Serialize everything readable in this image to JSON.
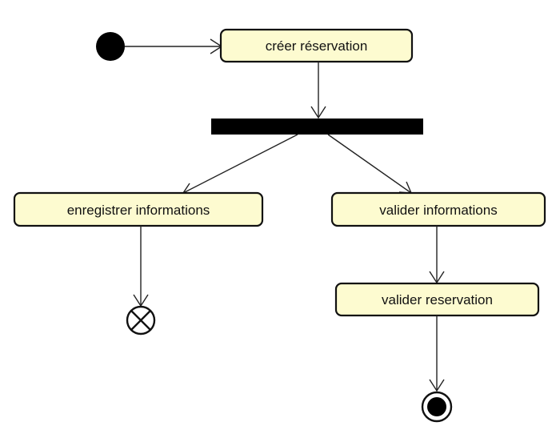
{
  "diagram": {
    "type": "UML activity diagram",
    "actions": {
      "create": "créer réservation",
      "save_info": "enregistrer informations",
      "validate_info": "valider informations",
      "validate_reservation": "valider reservation"
    },
    "nodes": {
      "initial": "initial-node",
      "fork": "fork-bar",
      "flow_final": "flow-final-node",
      "activity_final": "activity-final-node"
    },
    "flows": [
      {
        "from": "initial",
        "to": "create"
      },
      {
        "from": "create",
        "to": "fork"
      },
      {
        "from": "fork",
        "to": "save_info"
      },
      {
        "from": "fork",
        "to": "validate_info"
      },
      {
        "from": "save_info",
        "to": "flow_final"
      },
      {
        "from": "validate_info",
        "to": "validate_reservation"
      },
      {
        "from": "validate_reservation",
        "to": "activity_final"
      }
    ],
    "colors": {
      "action_fill": "#fdfbd0",
      "stroke": "#111111",
      "bar": "#000000"
    }
  }
}
